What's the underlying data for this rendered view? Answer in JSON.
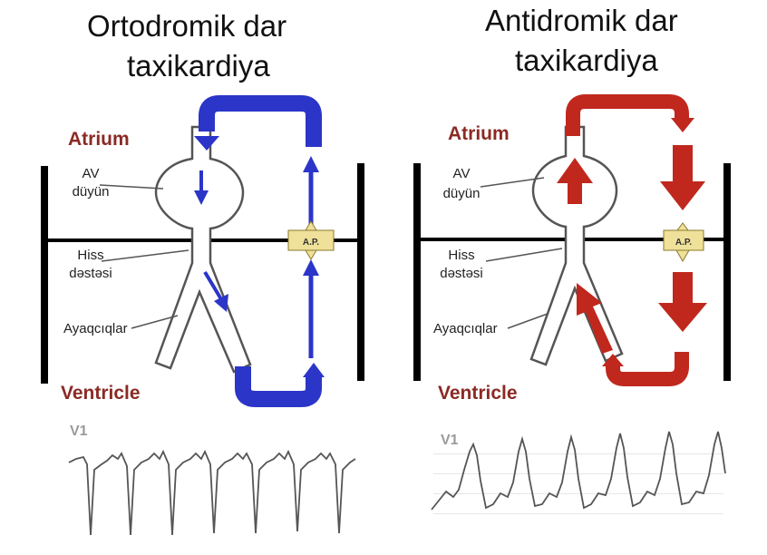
{
  "left": {
    "title_line1": "Ortodromik dar",
    "title_line2": "taxikardiya",
    "atrium": "Atrium",
    "av_line1": "AV",
    "av_line2": "düyün",
    "hiss_line1": "Hiss",
    "hiss_line2": "dəstəsi",
    "legs": "Ayaqcıqlar",
    "ventricle": "Ventricle",
    "ap": "A.P.",
    "lead": "V1"
  },
  "right": {
    "title_line1": "Antidromik dar",
    "title_line2": "taxikardiya",
    "atrium": "Atrium",
    "av_line1": "AV",
    "av_line2": "düyün",
    "hiss_line1": "Hiss",
    "hiss_line2": "dəstəsi",
    "legs": "Ayaqcıqlar",
    "ventricle": "Ventricle",
    "ap": "A.P.",
    "lead": "V1"
  },
  "colors": {
    "orthodromic_arrow": "#2b35c8",
    "antidromic_arrow": "#c0281e",
    "accessory_pathway": "#efe19a",
    "label_red": "#8b2a24"
  }
}
